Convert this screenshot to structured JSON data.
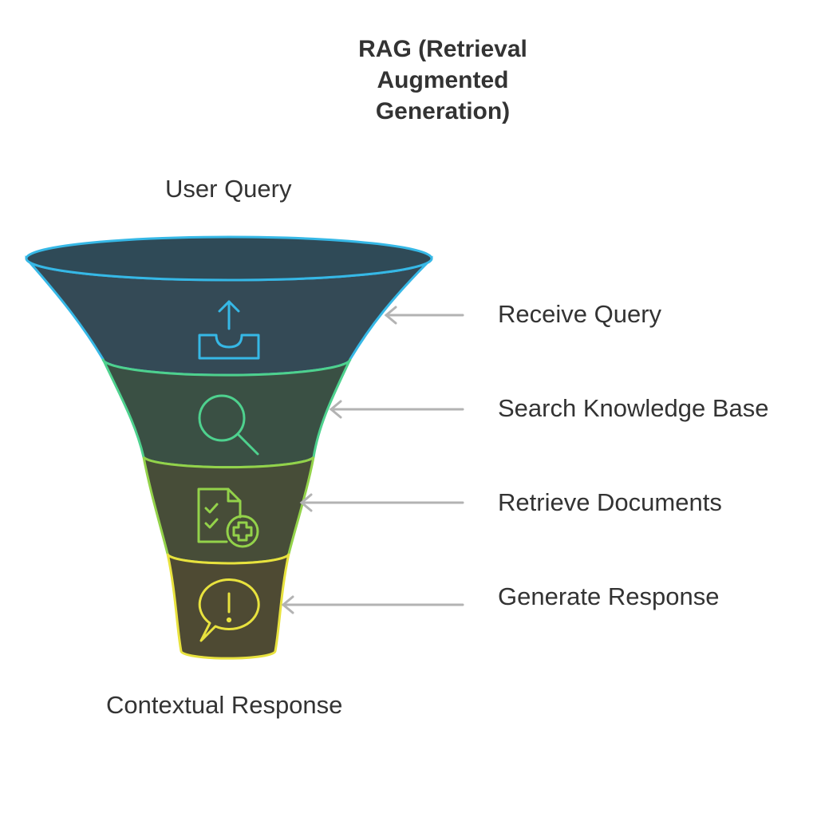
{
  "title": "RAG (Retrieval Augmented Generation)",
  "input_label": "User Query",
  "output_label": "Contextual Response",
  "stages": [
    {
      "label": "Receive Query",
      "icon": "upload-tray-icon",
      "color": "#36b8e6",
      "fill": "#344a56"
    },
    {
      "label": "Search Knowledge Base",
      "icon": "magnifier-icon",
      "color": "#4ed18e",
      "fill": "#3a5044"
    },
    {
      "label": "Retrieve Documents",
      "icon": "document-checklist-plus-icon",
      "color": "#93d24a",
      "fill": "#474d38"
    },
    {
      "label": "Generate Response",
      "icon": "speech-bubble-exclamation-icon",
      "color": "#e8e23e",
      "fill": "#4e4a33"
    }
  ],
  "colors": {
    "arrow": "#b3b3b3",
    "text": "#333333"
  }
}
